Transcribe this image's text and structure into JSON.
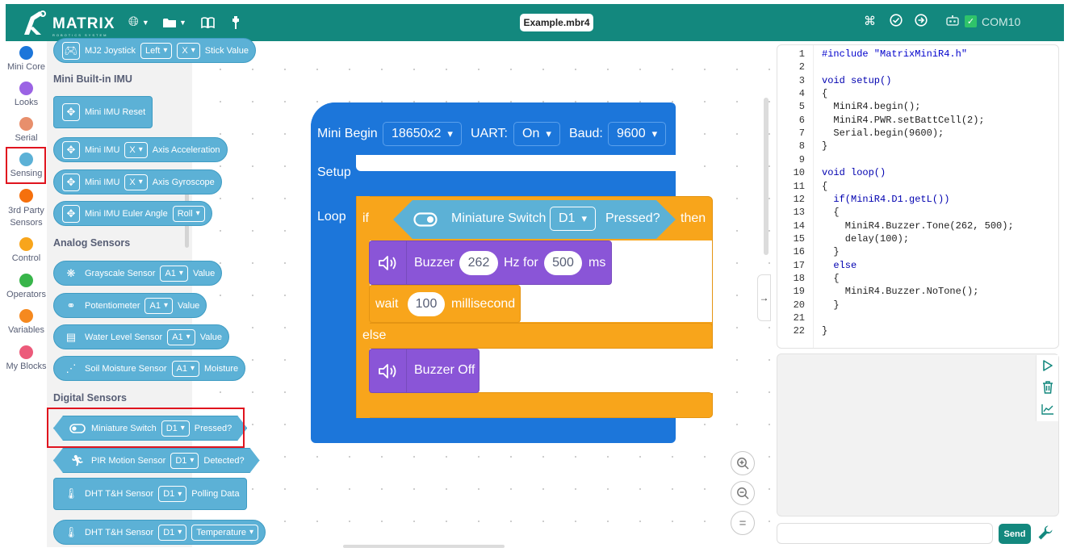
{
  "app": {
    "brand": "MATRIX",
    "brand_sub": "ROBOTICS SYSTEM",
    "file_name": "Example.mbr4",
    "port_label": "COM10"
  },
  "colors": {
    "topbar": "#13887e",
    "sensing": "#5cb1d6",
    "motion": "#1c76da",
    "control": "#f8a51b",
    "looks": "#8a55d7",
    "highlight": "#e0141e"
  },
  "categories": [
    {
      "label": "Mini Core",
      "color": "#1c76da"
    },
    {
      "label": "Looks",
      "color": "#9b63e4"
    },
    {
      "label": "Serial",
      "color": "#e88f6c"
    },
    {
      "label": "Sensing",
      "color": "#5cb1d6"
    },
    {
      "label": "3rd Party Sensors",
      "color": "#f5700d"
    },
    {
      "label": "Control",
      "color": "#f8a51b"
    },
    {
      "label": "Operators",
      "color": "#38b54a"
    },
    {
      "label": "Variables",
      "color": "#f5891f"
    },
    {
      "label": "My Blocks",
      "color": "#ec5a7a"
    }
  ],
  "palette": {
    "joystick": {
      "label": "MJ2 Joystick",
      "side": "Left",
      "axis": "X",
      "value": "Stick Value"
    },
    "imu_title": "Mini Built-in IMU",
    "imu_reset": "Mini IMU Reset",
    "imu_accel": {
      "label": "Mini IMU",
      "axis": "X",
      "value": "Axis Acceleration"
    },
    "imu_gyro": {
      "label": "Mini IMU",
      "axis": "X",
      "value": "Axis Gyroscope"
    },
    "imu_euler": {
      "label": "Mini IMU Euler Angle",
      "axis": "Roll"
    },
    "analog_title": "Analog Sensors",
    "grayscale": {
      "label": "Grayscale Sensor",
      "port": "A1",
      "value": "Value"
    },
    "potentiometer": {
      "label": "Potentiometer",
      "port": "A1",
      "value": "Value"
    },
    "water": {
      "label": "Water Level Sensor",
      "port": "A1",
      "value": "Value"
    },
    "soil": {
      "label": "Soil Moisture Sensor",
      "port": "A1",
      "value": "Moisture"
    },
    "digital_title": "Digital Sensors",
    "switch": {
      "label": "Miniature Switch",
      "port": "D1",
      "value": "Pressed?"
    },
    "pir": {
      "label": "PIR Motion Sensor",
      "port": "D1",
      "value": "Detected?"
    },
    "dht_poll": {
      "label": "DHT T&H Sensor",
      "port": "D1",
      "value": "Polling Data"
    },
    "dht_temp": {
      "label": "DHT T&H Sensor",
      "port": "D1",
      "value": "Temperature"
    }
  },
  "script": {
    "begin_label": "Mini Begin",
    "battery": "18650x2",
    "uart_label": "UART:",
    "uart": "On",
    "baud_label": "Baud:",
    "baud": "9600",
    "setup_label": "Setup",
    "loop_label": "Loop",
    "if_label": "if",
    "switch_label": "Miniature Switch",
    "switch_port": "D1",
    "pressed_label": "Pressed?",
    "then_label": "then",
    "buzzer_label": "Buzzer",
    "freq": "262",
    "hzfor_label": "Hz for",
    "dur": "500",
    "ms_label": "ms",
    "wait_label": "wait",
    "wait_val": "100",
    "millisecond_label": "millisecond",
    "else_label": "else",
    "buzzer_off_label": "Buzzer Off"
  },
  "code_lines": [
    {
      "n": "1",
      "t": "#include \"MatrixMiniR4.h\""
    },
    {
      "n": "2",
      "t": ""
    },
    {
      "n": "3",
      "t": "void setup()"
    },
    {
      "n": "4",
      "t": "{"
    },
    {
      "n": "5",
      "t": "  MiniR4.begin();"
    },
    {
      "n": "6",
      "t": "  MiniR4.PWR.setBattCell(2);"
    },
    {
      "n": "7",
      "t": "  Serial.begin(9600);"
    },
    {
      "n": "8",
      "t": "}"
    },
    {
      "n": "9",
      "t": ""
    },
    {
      "n": "10",
      "t": "void loop()"
    },
    {
      "n": "11",
      "t": "{"
    },
    {
      "n": "12",
      "t": "  if(MiniR4.D1.getL())"
    },
    {
      "n": "13",
      "t": "  {"
    },
    {
      "n": "14",
      "t": "    MiniR4.Buzzer.Tone(262, 500);"
    },
    {
      "n": "15",
      "t": "    delay(100);"
    },
    {
      "n": "16",
      "t": "  }"
    },
    {
      "n": "17",
      "t": "  else"
    },
    {
      "n": "18",
      "t": "  {"
    },
    {
      "n": "19",
      "t": "    MiniR4.Buzzer.NoTone();"
    },
    {
      "n": "20",
      "t": "  }"
    },
    {
      "n": "21",
      "t": ""
    },
    {
      "n": "22",
      "t": "}"
    }
  ],
  "console": {
    "send_label": "Send",
    "input_value": ""
  }
}
